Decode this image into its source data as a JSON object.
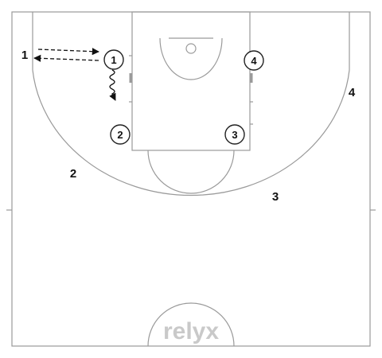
{
  "players": [
    {
      "id": "p1",
      "label": "1"
    },
    {
      "id": "p2",
      "label": "2"
    },
    {
      "id": "p3",
      "label": "3"
    },
    {
      "id": "p4",
      "label": "4"
    }
  ],
  "spot_labels": [
    {
      "id": "s1",
      "label": "1"
    },
    {
      "id": "s2",
      "label": "2"
    },
    {
      "id": "s3",
      "label": "3"
    },
    {
      "id": "s4",
      "label": "4"
    }
  ],
  "logo": {
    "text": "relyx"
  },
  "colors": {
    "court_lines": "#9a9a9a",
    "players": "#111111",
    "logo": "#c9c9c9"
  }
}
